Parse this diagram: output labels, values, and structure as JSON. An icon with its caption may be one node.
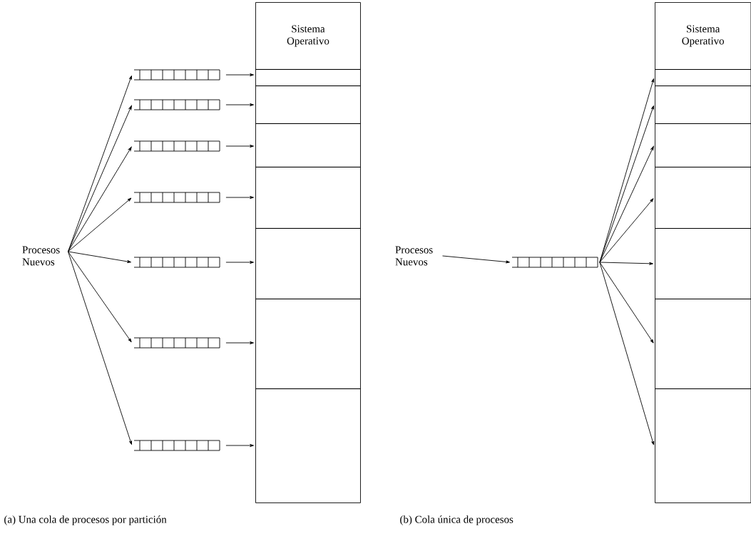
{
  "diagram": {
    "nodes": [
      {
        "text": [
          "Procesos Nuevos"
        ]
      },
      {
        "text": [],
        "shape": "queue"
      },
      {
        "text": [],
        "shape": "queue"
      },
      {
        "text": [],
        "shape": "queue"
      },
      {
        "text": [],
        "shape": "queue"
      },
      {
        "text": [],
        "shape": "queue"
      },
      {
        "text": [],
        "shape": "queue"
      },
      {
        "text": [],
        "shape": "queue"
      },
      {
        "text": [
          "Sistema Operativo"
        ]
      },
      {
        "text": [],
        "shape": "box"
      },
      {
        "text": [],
        "shape": "box"
      },
      {
        "text": [],
        "shape": "box"
      },
      {
        "text": [],
        "shape": "box"
      },
      {
        "text": [],
        "shape": "box"
      },
      {
        "text": [],
        "shape": "box"
      },
      {
        "text": [],
        "shape": "box"
      },
      {
        "text": [
          "Procesos Nuevos"
        ]
      },
      {
        "text": [],
        "shape": "queue"
      },
      {
        "text": [
          "Sistema Operativo"
        ]
      },
      {
        "text": [],
        "shape": "box"
      },
      {
        "text": [],
        "shape": "box"
      },
      {
        "text": [],
        "shape": "box"
      },
      {
        "text": [],
        "shape": "box"
      },
      {
        "text": [],
        "shape": "box"
      },
      {
        "text": [],
        "shape": "box"
      },
      {
        "text": [],
        "shape": "box"
      }
    ],
    "edges": [
      {
        "from": 0,
        "to": 1,
        "arrow": "to"
      },
      {
        "from": 0,
        "to": 2,
        "arrow": "to"
      },
      {
        "from": 0,
        "to": 3,
        "arrow": "to"
      },
      {
        "from": 0,
        "to": 4,
        "arrow": "to"
      },
      {
        "from": 0,
        "to": 5,
        "arrow": "to"
      },
      {
        "from": 0,
        "to": 6,
        "arrow": "to"
      },
      {
        "from": 0,
        "to": 7,
        "arrow": "to"
      },
      {
        "from": 1,
        "to": 9,
        "arrow": "to"
      },
      {
        "from": 2,
        "to": 10,
        "arrow": "to"
      },
      {
        "from": 3,
        "to": 11,
        "arrow": "to"
      },
      {
        "from": 4,
        "to": 12,
        "arrow": "to"
      },
      {
        "from": 5,
        "to": 13,
        "arrow": "to"
      },
      {
        "from": 6,
        "to": 14,
        "arrow": "to"
      },
      {
        "from": 7,
        "to": 15,
        "arrow": "to"
      },
      {
        "from": 16,
        "to": 17,
        "arrow": "to"
      },
      {
        "from": 17,
        "to": 19,
        "arrow": "to"
      },
      {
        "from": 17,
        "to": 20,
        "arrow": "to"
      },
      {
        "from": 17,
        "to": 21,
        "arrow": "to"
      },
      {
        "from": 17,
        "to": 22,
        "arrow": "to"
      },
      {
        "from": 17,
        "to": 23,
        "arrow": "to"
      },
      {
        "from": 17,
        "to": 24,
        "arrow": "to"
      },
      {
        "from": 17,
        "to": 25,
        "arrow": "to"
      }
    ],
    "labels": [
      "(a) Una cola de procesos por partición",
      "(b) Cola única de procesos"
    ]
  }
}
